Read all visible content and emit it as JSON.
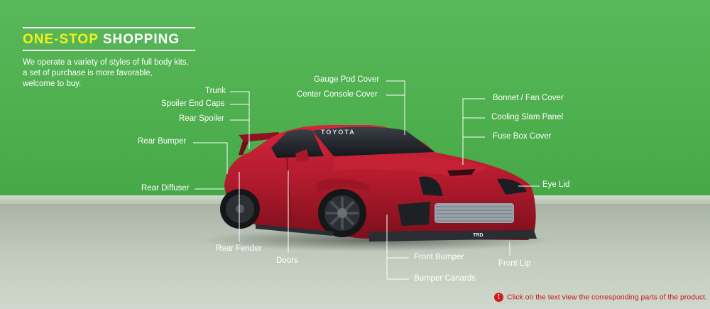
{
  "headline": {
    "accent": "ONE-STOP",
    "rest": "SHOPPING"
  },
  "intro": [
    "We operate a variety of styles of full body kits,",
    "a set of purchase is more favorable,",
    "welcome to buy."
  ],
  "parts": {
    "trunk": "Trunk",
    "spoiler_end_caps": "Spoiler End Caps",
    "rear_spoiler": "Rear Spoiler",
    "rear_bumper": "Rear Bumper",
    "rear_diffuser": "Rear Diffuser",
    "rear_fender": "Rear Fender",
    "doors": "Doors",
    "gauge_pod_cover": "Gauge Pod Cover",
    "center_console_cover": "Center Console Cover",
    "bonnet_fan_cover": "Bonnet / Fan Cover",
    "cooling_slam_panel": "Cooling Slam Panel",
    "fuse_box_cover": "Fuse Box Cover",
    "eye_lid": "Eye Lid",
    "front_bumper": "Front Bumper",
    "bumper_canards": "Bumper Canards",
    "front_lip": "Front Lip"
  },
  "car": {
    "windshield_text": "TOYOTA",
    "badge_text": "TRD"
  },
  "notice": {
    "icon": "info-icon",
    "text": "Click on the text view the corresponding parts of the product."
  },
  "colors": {
    "accent_yellow": "#f4ef1f",
    "background_green": "#4fb04f",
    "car_red": "#b01a2c",
    "notice_red": "#c8141a"
  }
}
